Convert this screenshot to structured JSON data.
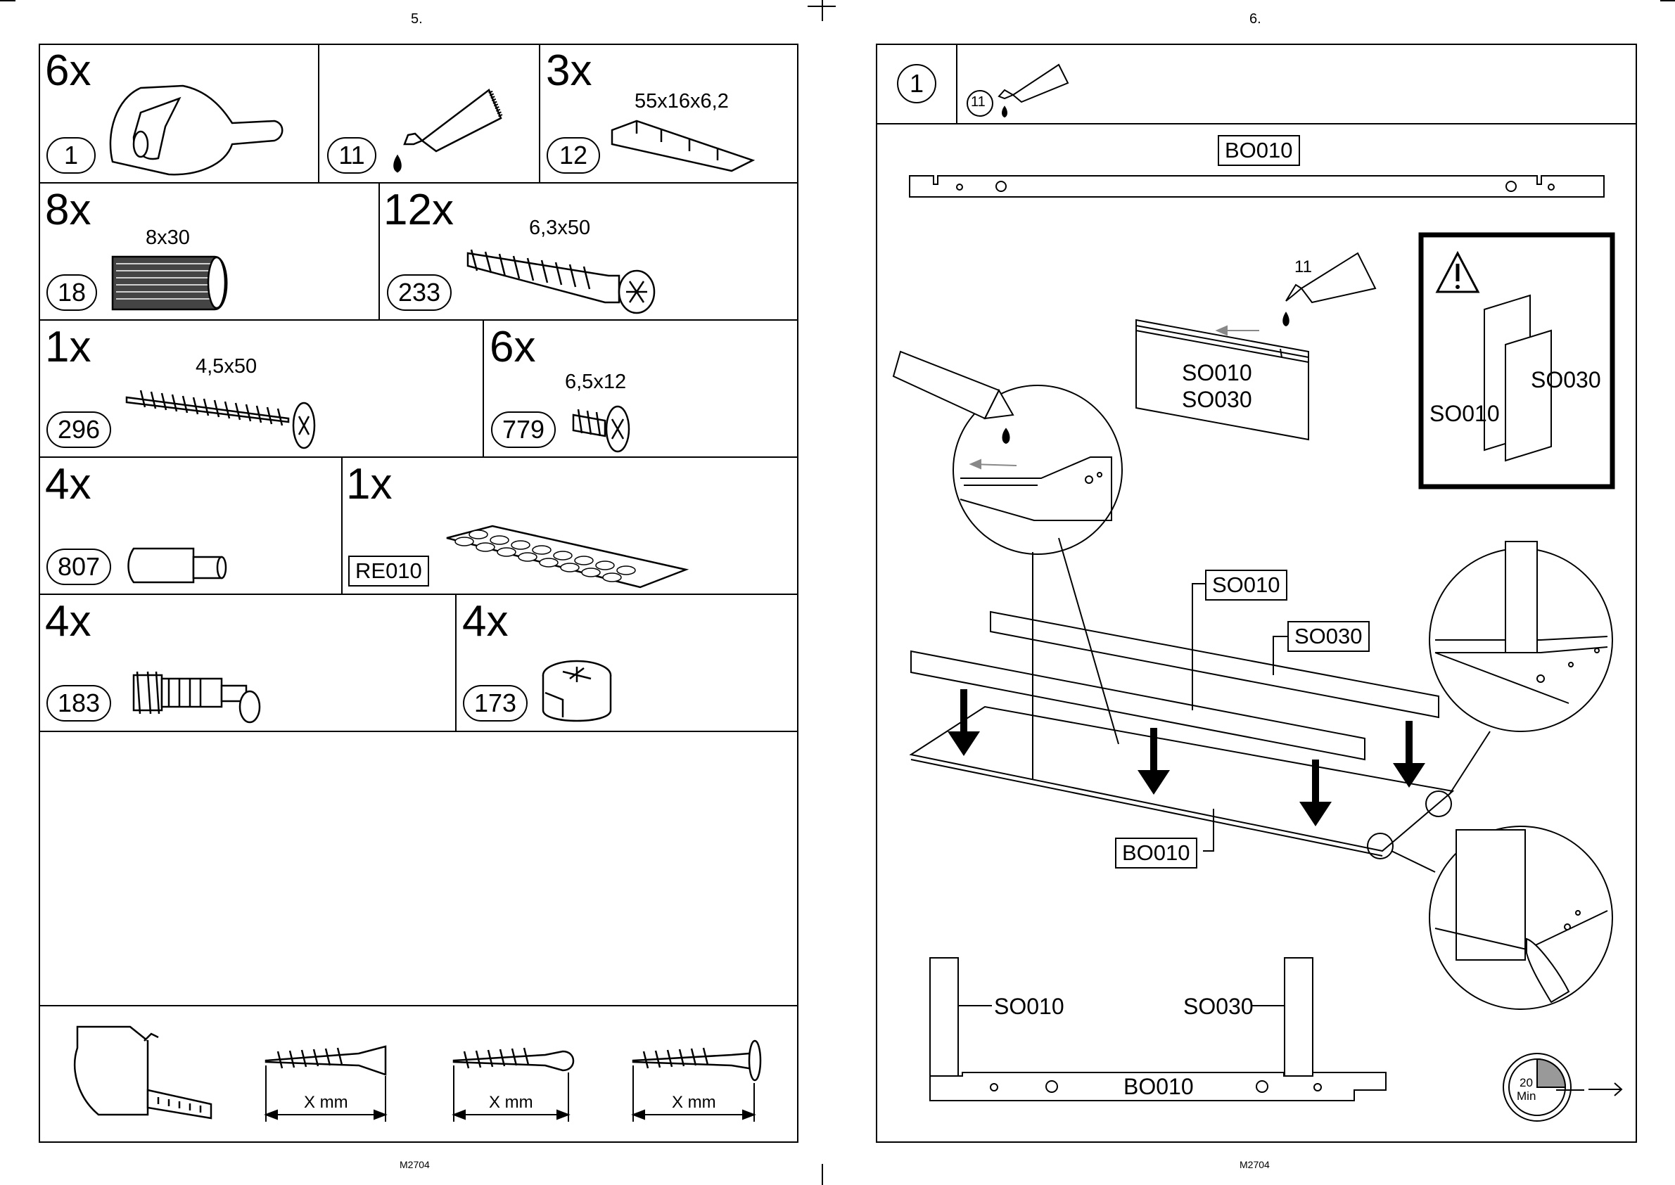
{
  "pages": {
    "left": {
      "page_number": "5.",
      "footer": "M2704",
      "parts": [
        {
          "qty": "6x",
          "id": "1",
          "size": "",
          "icon": "cam-lock-housing-icon"
        },
        {
          "qty": "",
          "id": "11",
          "size": "",
          "icon": "glue-tube-icon"
        },
        {
          "qty": "3x",
          "id": "12",
          "size": "55x16x6,2",
          "icon": "wedge-shim-icon"
        },
        {
          "qty": "8x",
          "id": "18",
          "size": "8x30",
          "icon": "wooden-dowel-icon"
        },
        {
          "qty": "12x",
          "id": "233",
          "size": "6,3x50",
          "icon": "confirmat-screw-icon"
        },
        {
          "qty": "1x",
          "id": "296",
          "size": "4,5x50",
          "icon": "long-screw-icon"
        },
        {
          "qty": "6x",
          "id": "779",
          "size": "6,5x12",
          "icon": "short-screw-icon"
        },
        {
          "qty": "4x",
          "id": "807",
          "size": "",
          "icon": "shelf-pin-icon"
        },
        {
          "qty": "1x",
          "id": "RE010",
          "size": "",
          "icon": "felt-pads-sheet-icon"
        },
        {
          "qty": "4x",
          "id": "183",
          "size": "",
          "icon": "cam-bolt-icon"
        },
        {
          "qty": "4x",
          "id": "173",
          "size": "",
          "icon": "cam-lock-icon"
        }
      ],
      "screw_measure": [
        "X mm",
        "X mm",
        "X mm"
      ]
    },
    "right": {
      "page_number": "6.",
      "footer": "M2704",
      "step": "1",
      "glue_id": "11",
      "labels": {
        "bo010_top": "BO010",
        "glue_number": "11",
        "so010_so030_line1": "SO010",
        "so010_so030_line2": "SO030",
        "warn_so010": "SO010",
        "warn_so030": "SO030",
        "so010_box": "SO010",
        "so030_box": "SO030",
        "bo010_box": "BO010",
        "bottom_so010": "SO010",
        "bottom_so030": "SO030",
        "bottom_bo010": "BO010"
      },
      "timer": {
        "value": "20",
        "unit": "Min"
      }
    }
  }
}
